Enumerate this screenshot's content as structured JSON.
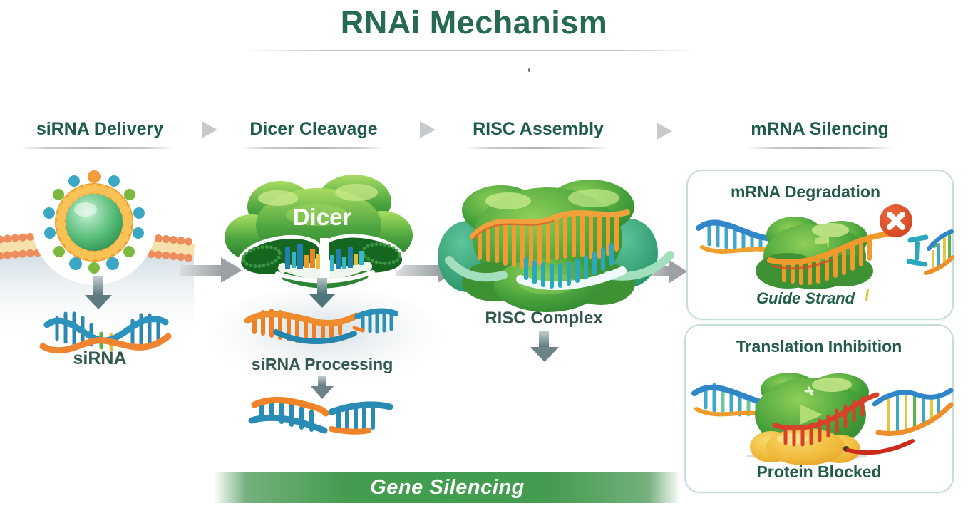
{
  "title": "RNAi Mechanism",
  "stages": [
    {
      "label": "siRNA Delivery"
    },
    {
      "label": "Dicer Cleavage"
    },
    {
      "label": "RISC Assembly"
    },
    {
      "label": "mRNA Silencing"
    }
  ],
  "delivery": {
    "caption": "siRNA"
  },
  "dicer": {
    "protein_label": "Dicer",
    "caption": "siRNA Processing"
  },
  "risc": {
    "caption": "RISC Complex"
  },
  "mrna_silencing": {
    "degradation": {
      "title": "mRNA Degradation",
      "caption": "Guide Strand"
    },
    "inhibition": {
      "title": "Translation Inhibition",
      "caption": "Protein Blocked"
    }
  },
  "banner": {
    "label": "Gene Silencing"
  },
  "colors": {
    "heading_green": "#1e5b4a",
    "title_green": "#266a53",
    "banner_green": "#3f9e4e",
    "arrow_gray": "#9ba1a4",
    "error_red": "#cf3f1d",
    "strand_blue": "#2a8cb4",
    "strand_orange": "#ef8c2e"
  }
}
